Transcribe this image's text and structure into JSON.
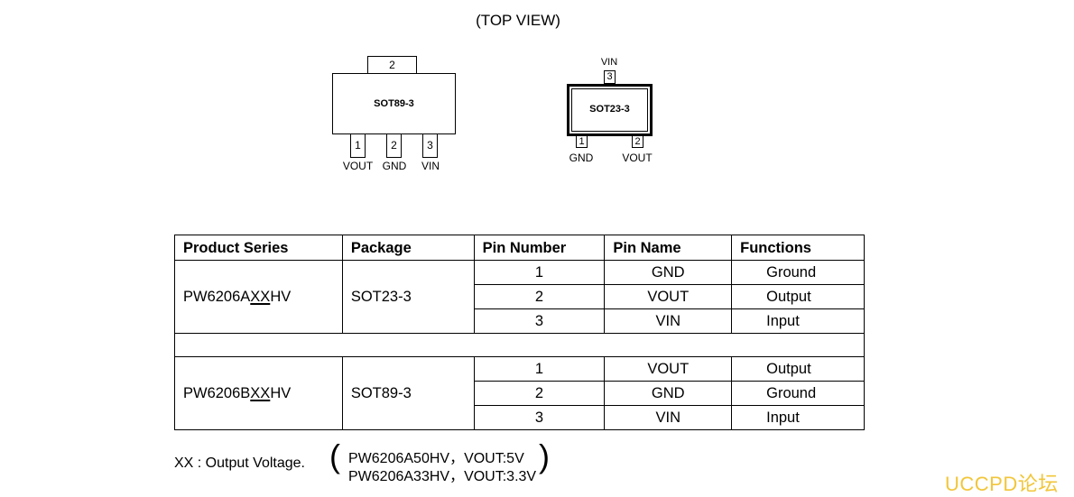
{
  "title": "(TOP VIEW)",
  "sot89": {
    "package_label": "SOT89-3",
    "tab_pin": "2",
    "pins": [
      {
        "number": "1",
        "name": "VOUT"
      },
      {
        "number": "2",
        "name": "GND"
      },
      {
        "number": "3",
        "name": "VIN"
      }
    ]
  },
  "sot23": {
    "package_label": "SOT23-3",
    "top_pin": {
      "number": "3",
      "name": "VIN"
    },
    "bottom_pins": [
      {
        "number": "1",
        "name": "GND"
      },
      {
        "number": "2",
        "name": "VOUT"
      }
    ]
  },
  "table": {
    "headers": [
      "Product Series",
      "Package",
      "Pin Number",
      "Pin Name",
      "Functions"
    ],
    "groups": [
      {
        "series_prefix": "PW6206A",
        "series_xx": "XX",
        "series_suffix": "HV",
        "package": "SOT23-3",
        "rows": [
          {
            "pin": "1",
            "name": "GND",
            "function": "Ground"
          },
          {
            "pin": "2",
            "name": "VOUT",
            "function": "Output"
          },
          {
            "pin": "3",
            "name": "VIN",
            "function": "Input"
          }
        ]
      },
      {
        "series_prefix": "PW6206B",
        "series_xx": "XX",
        "series_suffix": "HV",
        "package": "SOT89-3",
        "rows": [
          {
            "pin": "1",
            "name": "VOUT",
            "function": "Output"
          },
          {
            "pin": "2",
            "name": "GND",
            "function": "Ground"
          },
          {
            "pin": "3",
            "name": "VIN",
            "function": "Input"
          }
        ]
      }
    ]
  },
  "footnote": {
    "label": "XX : Output Voltage.",
    "examples": [
      "PW6206A50HV，VOUT:5V",
      "PW6206A33HV，VOUT:3.3V"
    ]
  },
  "watermark": "UCCPD论坛"
}
